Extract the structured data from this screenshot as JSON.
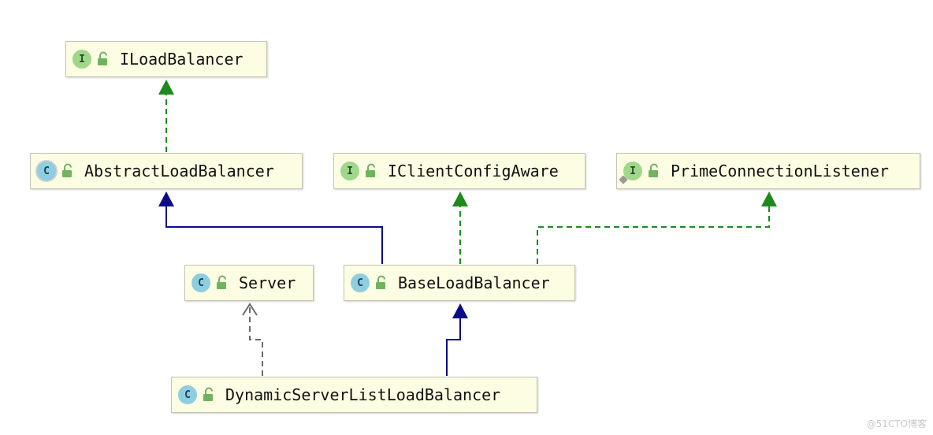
{
  "nodes": {
    "iloadbalancer": {
      "kind": "interface",
      "badge": "I",
      "name": "ILoadBalancer"
    },
    "abstractloadbalancer": {
      "kind": "abstract-class",
      "badge": "C",
      "name": "AbstractLoadBalancer"
    },
    "iclientconfigaware": {
      "kind": "interface",
      "badge": "I",
      "name": "IClientConfigAware"
    },
    "primeconnectionlistener": {
      "kind": "interface",
      "badge": "I",
      "name": "PrimeConnectionListener"
    },
    "server": {
      "kind": "class",
      "badge": "C",
      "name": "Server"
    },
    "baseloadbalancer": {
      "kind": "class",
      "badge": "C",
      "name": "BaseLoadBalancer"
    },
    "dynamicserverlistloadbalancer": {
      "kind": "class",
      "badge": "C",
      "name": "DynamicServerListLoadBalancer"
    }
  },
  "edges": [
    {
      "from": "AbstractLoadBalancer",
      "to": "ILoadBalancer",
      "type": "implements"
    },
    {
      "from": "BaseLoadBalancer",
      "to": "AbstractLoadBalancer",
      "type": "extends"
    },
    {
      "from": "BaseLoadBalancer",
      "to": "IClientConfigAware",
      "type": "implements"
    },
    {
      "from": "BaseLoadBalancer",
      "to": "PrimeConnectionListener",
      "type": "implements"
    },
    {
      "from": "DynamicServerListLoadBalancer",
      "to": "BaseLoadBalancer",
      "type": "extends"
    },
    {
      "from": "DynamicServerListLoadBalancer",
      "to": "Server",
      "type": "dependency"
    }
  ],
  "colors": {
    "implements": "#1d8a1d",
    "extends": "#0b0b8a",
    "dependency": "#6a6a6a",
    "interface_badge": "#9fd88a",
    "class_badge": "#8dcfe0",
    "node_fill": "#fdfde3",
    "lock_icon": "#6fb35f"
  },
  "watermark": "@51CTO博客"
}
